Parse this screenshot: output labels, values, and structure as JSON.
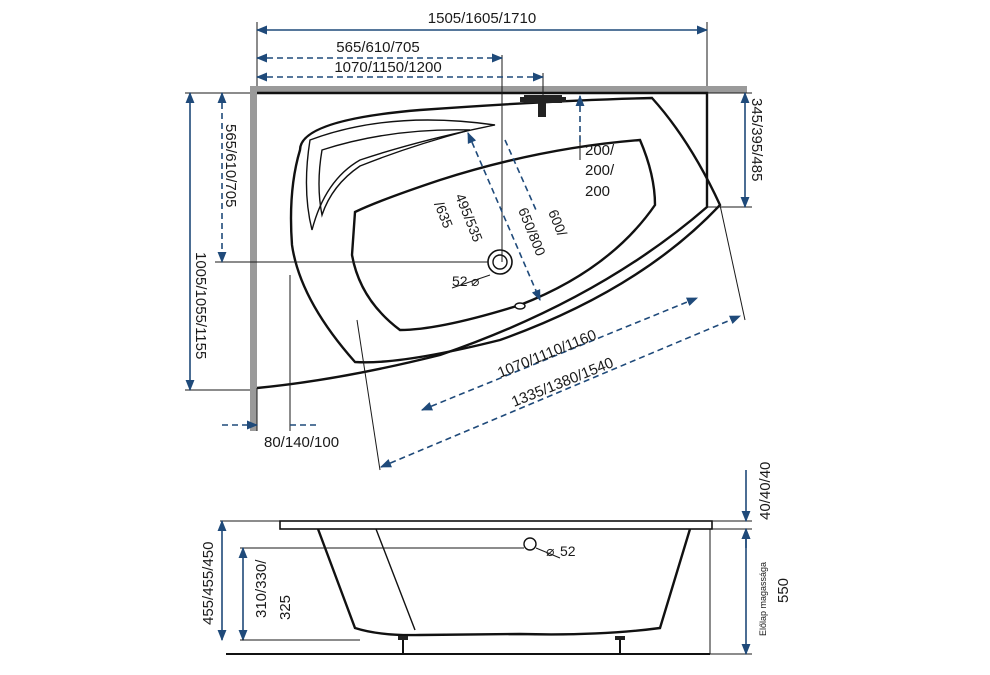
{
  "top_view": {
    "total_width": "1505/1605/1710",
    "drain_offset": "565/610/705",
    "tap_offset": "1070/1150/1200",
    "right_depth": "345/395/485",
    "tap_inset": "200/\n200/\n200",
    "tap_inset_lines": [
      "200/",
      "200/",
      "200"
    ],
    "drain_depth_left": "565/610/705",
    "total_depth": "1005/1055/1155",
    "inner_width_a_lines": [
      "495/535",
      "/635"
    ],
    "inner_width_b_lines": [
      "650/800",
      "600/"
    ],
    "drain_diameter": "52",
    "inner_length": "1070/1110/1160",
    "outer_length": "1335/1380/1540",
    "bottom_offset": "80/140/100"
  },
  "side_view": {
    "rim_thickness": "40/40/40",
    "overflow_height": "455/455/450",
    "inner_depth_lines": [
      "310/330/",
      "325"
    ],
    "overflow_diameter": "52",
    "panel_label": "Előlap magassága",
    "panel_height": "550"
  },
  "colors": {
    "dimension_line": "#1f4a7a",
    "wall": "#9a9a9a",
    "outline": "#111111"
  }
}
